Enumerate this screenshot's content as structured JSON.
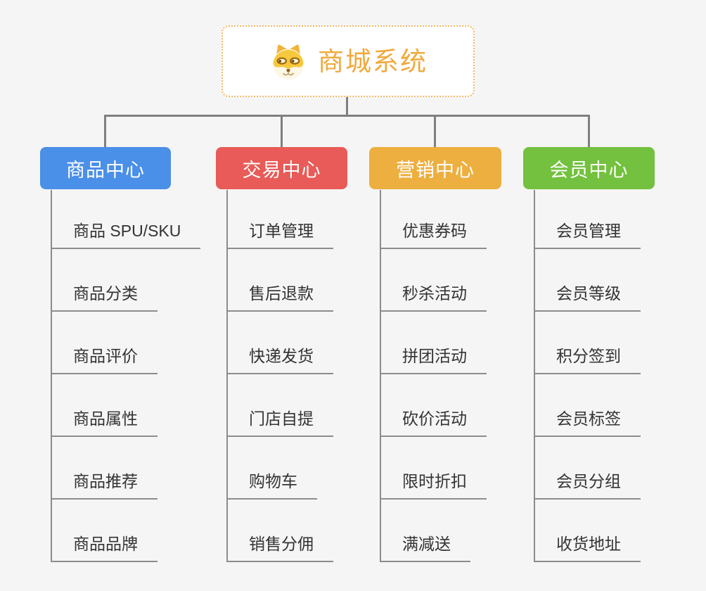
{
  "background": "#f5f5f5",
  "connector_color": "#7f7f7f",
  "underline_color": "#8c8c8c",
  "root": {
    "title": "商城系统",
    "icon": "dog-face-icon",
    "title_color": "#f0a93c",
    "border_color": "#f2b863"
  },
  "branches": [
    {
      "label": "商品中心",
      "color": "#4a8fe8",
      "items": [
        "商品 SPU/SKU",
        "商品分类",
        "商品评价",
        "商品属性",
        "商品推荐",
        "商品品牌"
      ]
    },
    {
      "label": "交易中心",
      "color": "#e85b58",
      "items": [
        "订单管理",
        "售后退款",
        "快递发货",
        "门店自提",
        "购物车",
        "销售分佣"
      ]
    },
    {
      "label": "营销中心",
      "color": "#edaf3f",
      "items": [
        "优惠券码",
        "秒杀活动",
        "拼团活动",
        "砍价活动",
        "限时折扣",
        "满减送"
      ]
    },
    {
      "label": "会员中心",
      "color": "#73c13e",
      "items": [
        "会员管理",
        "会员等级",
        "积分签到",
        "会员标签",
        "会员分组",
        "收货地址"
      ]
    }
  ]
}
